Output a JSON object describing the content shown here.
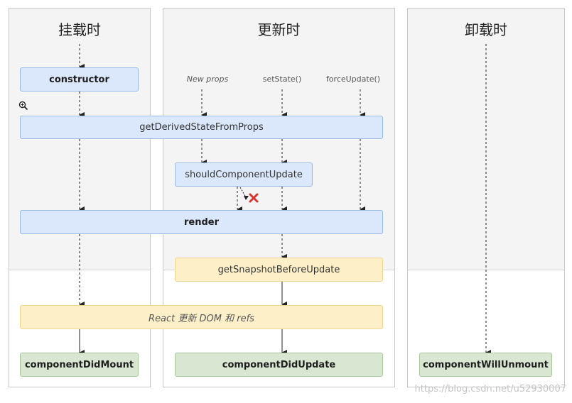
{
  "phases": {
    "mount": "挂载时",
    "update": "更新时",
    "unmount": "卸载时"
  },
  "triggers": {
    "new_props": "New props",
    "set_state": "setState()",
    "force_update": "forceUpdate()"
  },
  "methods": {
    "constructor": "constructor",
    "get_derived_state": "getDerivedStateFromProps",
    "should_component_update": "shouldComponentUpdate",
    "render": "render",
    "get_snapshot": "getSnapshotBeforeUpdate",
    "react_update_dom": "React 更新 DOM 和 refs",
    "did_mount": "componentDidMount",
    "did_update": "componentDidUpdate",
    "will_unmount": "componentWillUnmount"
  },
  "watermark": "https://blog.csdn.net/u52930007",
  "colors": {
    "blue_box": "#dbe8fb",
    "yellow_box": "#fdf0c8",
    "green_box": "#d9e7d2",
    "cancel_mark": "#d9342b"
  },
  "icons": {
    "cancel": "x-mark-icon",
    "zoom": "zoom-in-icon"
  }
}
